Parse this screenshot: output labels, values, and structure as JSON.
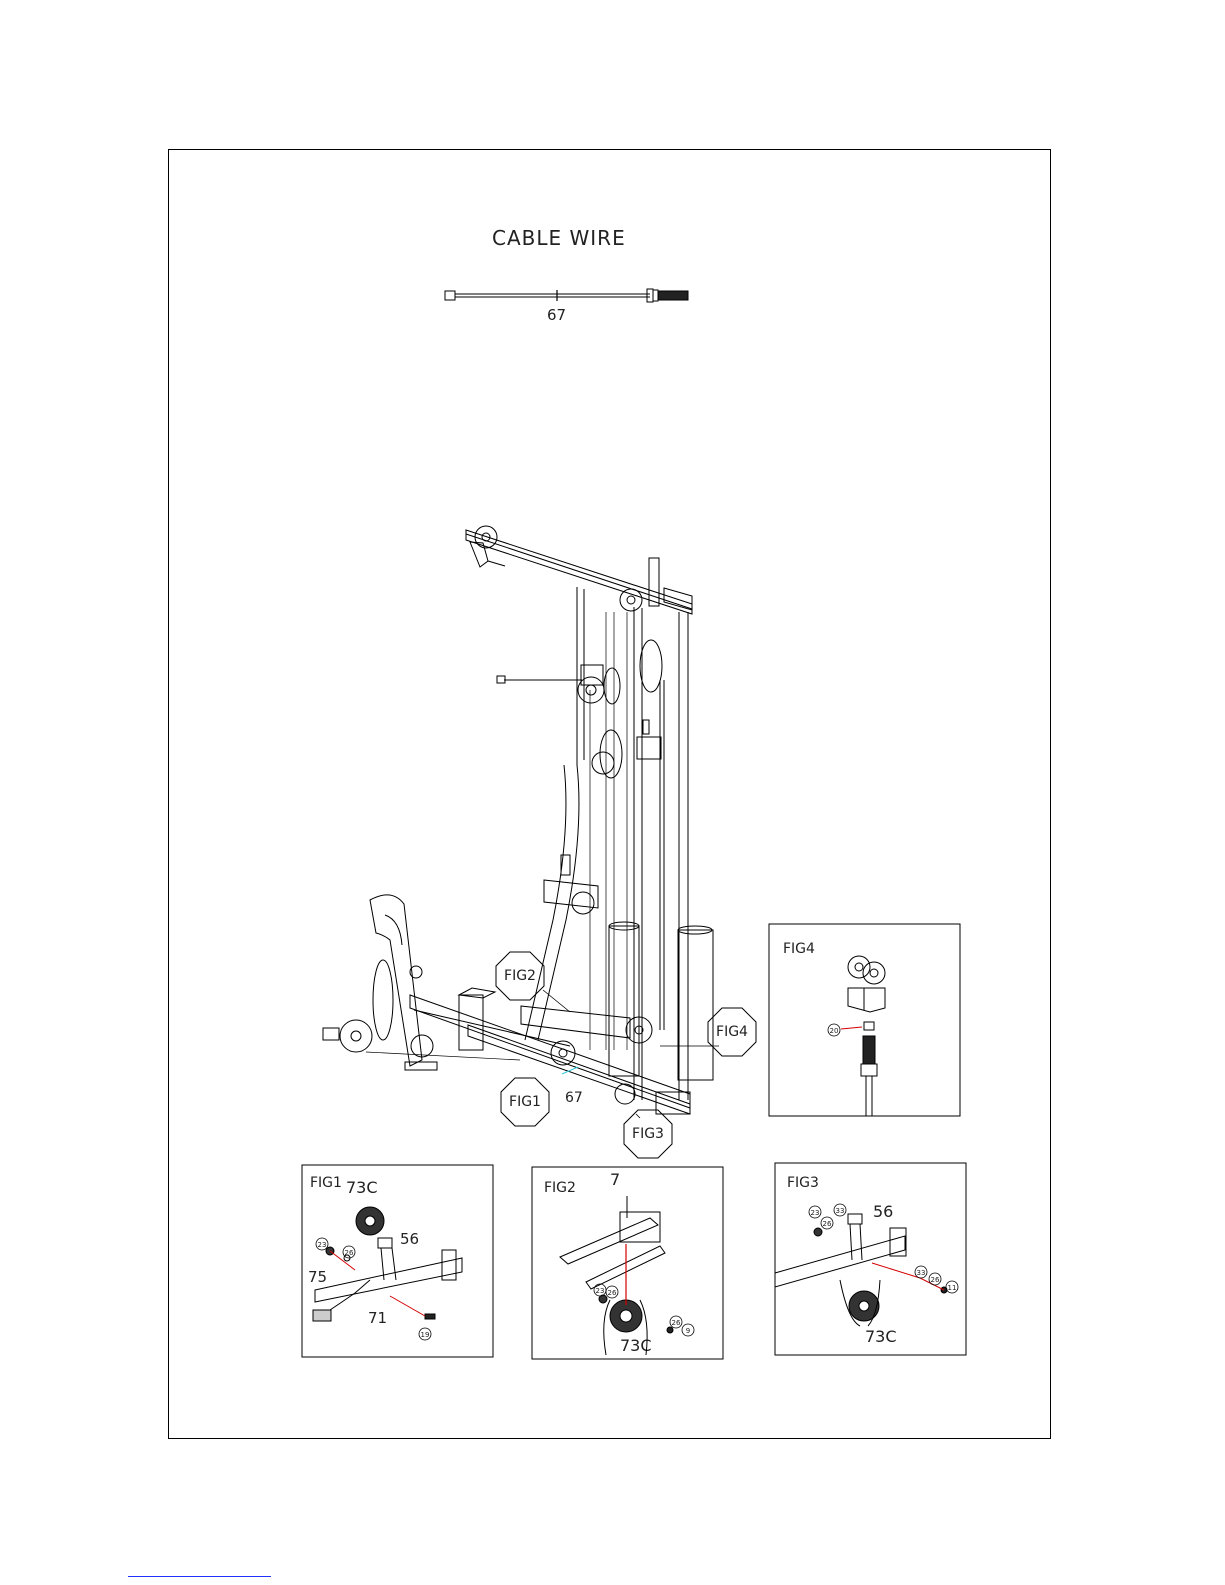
{
  "title": "CABLE WIRE",
  "cable_part": "67",
  "main_labels": {
    "fig1": "FIG1",
    "fig2": "FIG2",
    "fig3": "FIG3",
    "fig4": "FIG4",
    "part": "67"
  },
  "fig1": {
    "title": "FIG1",
    "parts": [
      "73C",
      "56",
      "75",
      "71"
    ],
    "small": [
      "23",
      "26",
      "19"
    ]
  },
  "fig2": {
    "title": "FIG2",
    "parts": [
      "7",
      "73C"
    ],
    "small": [
      "23",
      "26",
      "26",
      "9"
    ]
  },
  "fig3": {
    "title": "FIG3",
    "parts": [
      "56",
      "73C"
    ],
    "small": [
      "23",
      "26",
      "33",
      "33",
      "26",
      "11"
    ]
  },
  "fig4": {
    "title": "FIG4",
    "small": [
      "20"
    ]
  },
  "colors": {
    "ink": "#000000",
    "accent_red": "#d40000",
    "accent_cyan": "#33ccdd",
    "footer_link": "#2233ff"
  }
}
